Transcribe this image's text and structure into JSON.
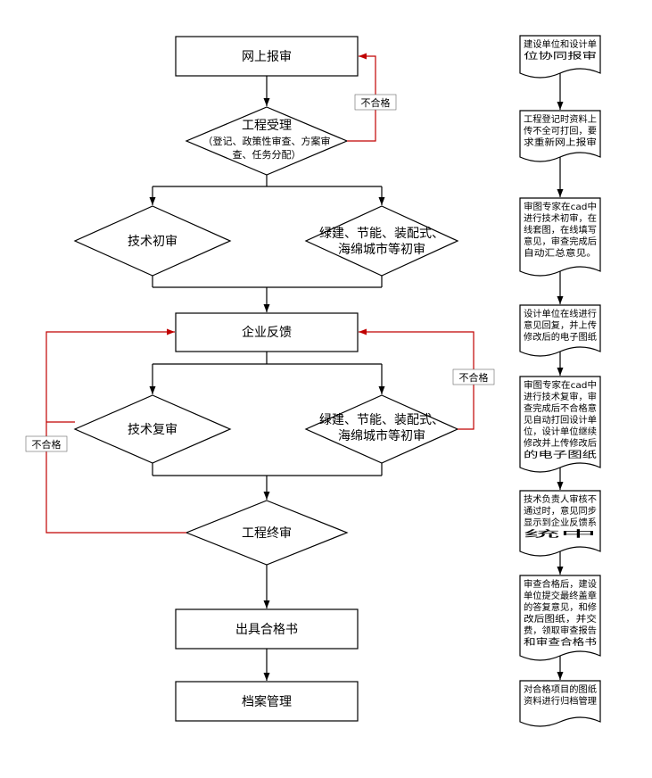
{
  "flow": {
    "online_report": "网上报审",
    "project_acceptance": {
      "title": "工程受理",
      "line1": "（登记、政策性审查、方案审",
      "line2": "查、任务分配）"
    },
    "tech_initial_review": "技术初审",
    "green_initial_review": {
      "line1": "绿建、节能、装配式、",
      "line2": "海绵城市等初审"
    },
    "enterprise_feedback": "企业反馈",
    "tech_re_review": "技术复审",
    "green_re_review": {
      "line1": "绿建、节能、装配式、",
      "line2": "海绵城市等初审"
    },
    "final_review": "工程终审",
    "issue_certificate": "出具合格书",
    "archive_management": "档案管理",
    "fail_label_1": "不合格",
    "fail_label_2": "不合格",
    "fail_label_3": "不合格"
  },
  "notes": [
    {
      "lines": [
        "建设单位和设计单",
        "位协同报审"
      ]
    },
    {
      "lines": [
        "工程登记时资料上",
        "传不全可打回，要",
        "求重新网上报审"
      ]
    },
    {
      "lines": [
        "审图专家在cad中",
        "进行技术初审，在",
        "线套图，在线填写",
        "意见，审查完成后",
        "自动汇总意见。"
      ]
    },
    {
      "lines": [
        "设计单位在线进行",
        "意见回复，并上传",
        "修改后的电子图纸"
      ]
    },
    {
      "lines": [
        "审图专家在cad中",
        "进行技术复审，审",
        "查完成后不合格意",
        "见自动打回设计单",
        "位，设计单位继续",
        "修改并上传修改后",
        "的电子图纸"
      ]
    },
    {
      "lines": [
        "技术负责人审核不",
        "通过时，意见同步",
        "显示到企业反馈系",
        "统中"
      ]
    },
    {
      "lines": [
        "审查合格后，建设",
        "单位提交最终盖章",
        "的答复意见，和修",
        "改后图纸，并交",
        "费，领取审查报告",
        "和审查合格书"
      ]
    },
    {
      "lines": [
        "对合格项目的图纸",
        "资料进行归档管理"
      ]
    }
  ]
}
